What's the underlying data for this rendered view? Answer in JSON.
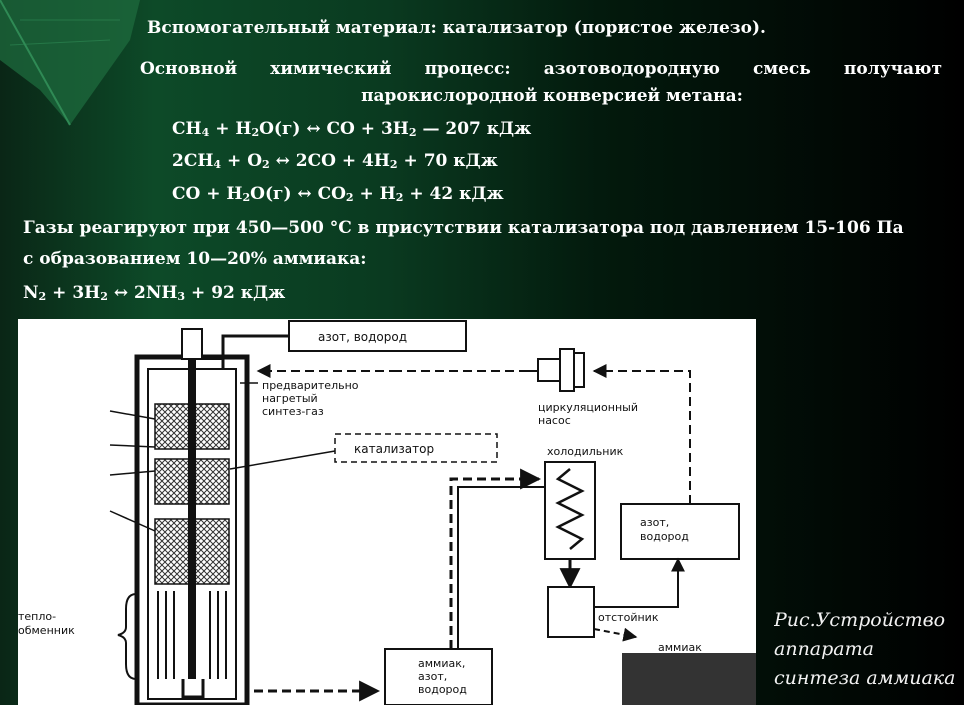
{
  "slide": {
    "line1": "Вспомогательный материал: катализатор (пористое железо).",
    "line2": "Основной химический процесс: азотоводородную смесь получают",
    "line3": "парокислородной конверсией метана:",
    "eq1": {
      "a": "CH",
      "a_sub": "4",
      "b": " + H",
      "b_sub": "2",
      "c": "O(г)  ↔  CO + 3H",
      "c_sub": "2",
      "d": " — 207 кДж"
    },
    "eq2": {
      "a": "2CH",
      "a_sub": "4",
      "b": " + O",
      "b_sub": "2",
      "c": " ↔  2CO + 4H",
      "c_sub": "2",
      "d": " + 70 кДж"
    },
    "eq3": {
      "a": "CO + H",
      "a_sub": "2",
      "b": "O(г)  ↔  CO",
      "b_sub": "2",
      "c": " + H",
      "c_sub": "2",
      "d": " + 42 кДж"
    },
    "line4": "Газы реагируют при 450—500 °C в присутствии катализатора под давлением 15-106 Па",
    "line5": "с образованием 10—20% аммиака:",
    "eq4": {
      "a": "N",
      "a_sub": "2",
      "b": " + 3H",
      "b_sub": "2",
      "c": "  ↔  2NH",
      "c_sub": "3",
      "d": " + 92 кДж"
    }
  },
  "diagram": {
    "labels": {
      "nitrogen_hydrogen_top": "азот, водород",
      "preheated_1": "предварительно",
      "preheated_2": "нагретый",
      "preheated_3": "синтез-газ",
      "catalyst": "катализатор",
      "circ_pump_1": "циркуляционный",
      "circ_pump_2": "насос",
      "cooler": "холодильник",
      "nh_right_1": "азот,",
      "nh_right_2": "водород",
      "heat_exchanger_1": "тепло-",
      "heat_exchanger_2": "обменник",
      "separator": "отстойник",
      "ammonia": "аммиак",
      "mix_1": "аммиак,",
      "mix_2": "азот,",
      "mix_3": "водород"
    }
  },
  "caption": {
    "line1": "Рис.Устройство",
    "line2": "аппарата",
    "line3": "синтеза аммиака"
  },
  "colors": {
    "text": "#ffffff",
    "background_green": "#0d4a28",
    "background_dark": "#000000"
  }
}
